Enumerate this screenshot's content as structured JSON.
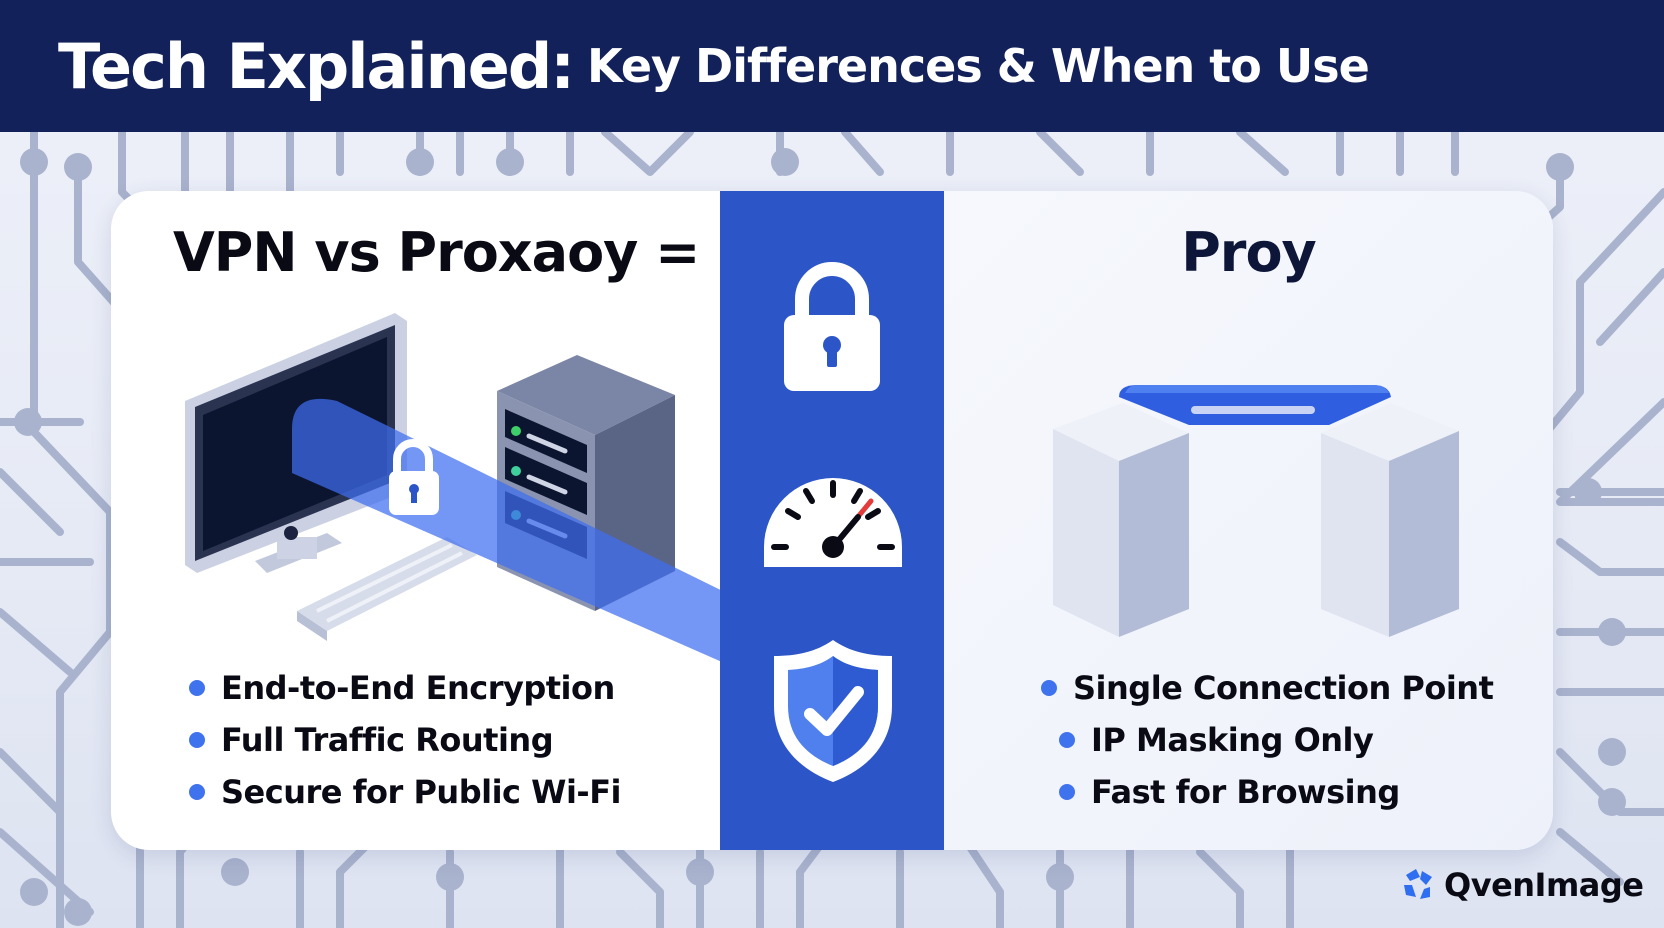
{
  "header": {
    "title_main": "Tech Explained:",
    "title_sub": "Key Differences & When to Use"
  },
  "left_panel": {
    "title": "VPN vs Proxaoy =",
    "illustration": "computer-to-server-encrypted-tunnel",
    "bullets": [
      "End-to-End Encryption",
      "Full Traffic Routing",
      "Secure for Public Wi-Fi"
    ]
  },
  "center_band": {
    "icons": [
      "lock-icon",
      "speedometer-icon",
      "shield-check-icon"
    ]
  },
  "right_panel": {
    "title": "Proy",
    "illustration": "proxy-gateway-arch",
    "bullets": [
      "Single Connection Point",
      "IP Masking Only",
      "Fast for Browsing"
    ]
  },
  "watermark": {
    "label": "QvenImage"
  },
  "colors": {
    "header_bg": "#13215a",
    "accent_blue": "#2c56c7",
    "bullet_dot": "#3f73ee",
    "tunnel_blue": "#4c7bf0",
    "text_dark": "#0a0a14"
  }
}
